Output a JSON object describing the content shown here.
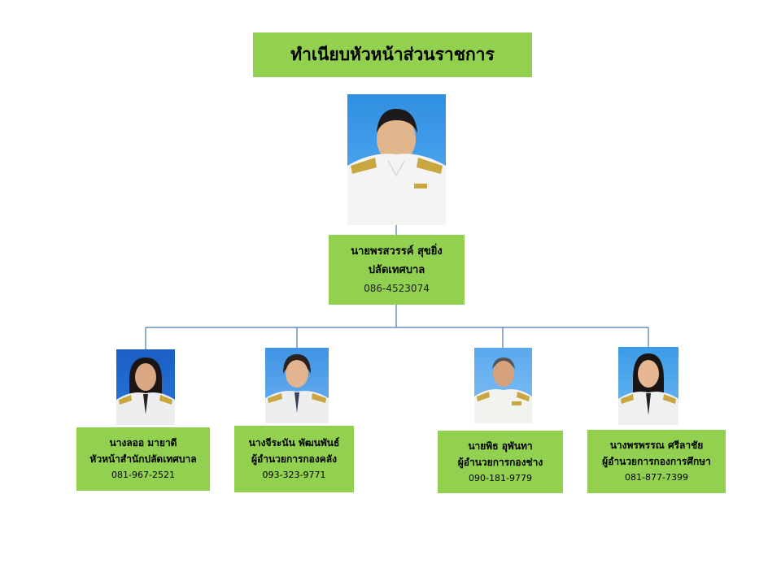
{
  "title": "ทำเนียบหัวหน้าส่วนราชการ",
  "head": {
    "name": "นายพรสวรรค์ สุขยิ่ง",
    "position": "ปลัดเทศบาล",
    "phone": "086-4523074"
  },
  "members": [
    {
      "name": "นางลออ  มายาดี",
      "position": "หัวหน้าสำนักปลัดเทศบาล",
      "phone": "081-967-2521"
    },
    {
      "name": "นางจีระนัน  พัฒนพันธ์",
      "position": "ผู้อำนวยการกองคลัง",
      "phone": "093-323-9771"
    },
    {
      "name": "นายพิธ อุพันทา",
      "position": "ผู้อำนวยการกองช่าง",
      "phone": "090-181-9779"
    },
    {
      "name": "นางพรพรรณ ศรีลาชัย",
      "position": "ผู้อำนวยการกองการศึกษา",
      "phone": "081-877-7399"
    }
  ],
  "colors": {
    "box": "#92d050",
    "connector": "#4a7ab5",
    "photo_bg": "#2f8fe0"
  }
}
